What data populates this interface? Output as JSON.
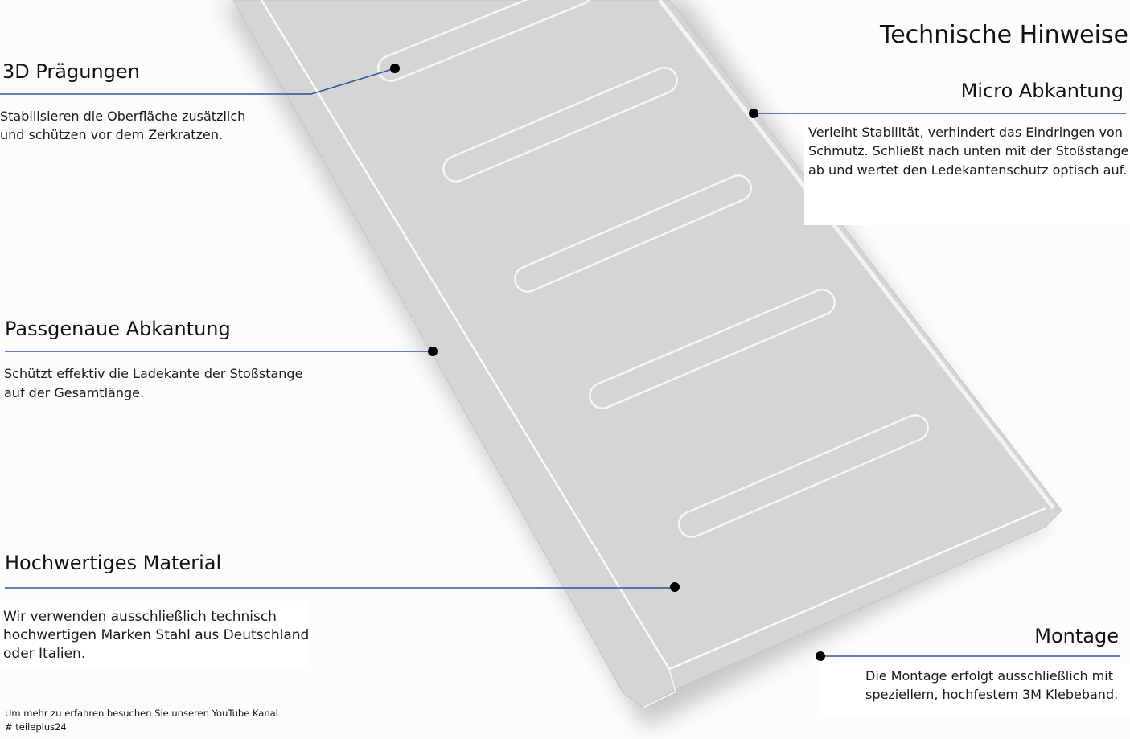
{
  "title": "Technische Hinweise",
  "colors": {
    "accent": "#2f5496",
    "plate": "#d4d4d4",
    "plate_edge": "#f2f2f2",
    "dot": "#000000"
  },
  "callouts": {
    "praegungen": {
      "heading": "3D Prägungen",
      "lines": [
        "Stabilisieren die Oberfläche zusätzlich",
        "und schützen vor dem Zerkratzen."
      ]
    },
    "micro": {
      "heading": "Micro Abkantung",
      "lines": [
        "Verleiht Stabilität, verhindert das Eindringen von",
        "Schmutz. Schließt nach unten mit der Stoßstange",
        "ab und wertet den Ledekantenschutz optisch auf."
      ]
    },
    "passgenau": {
      "heading": "Passgenaue Abkantung",
      "lines": [
        "Schützt effektiv die Ladekante der Stoßstange",
        "auf der Gesamtlänge."
      ]
    },
    "material": {
      "heading": "Hochwertiges Material",
      "lines": [
        "Wir verwenden ausschließlich technisch",
        "hochwertigen Marken Stahl aus Deutschland",
        "oder Italien."
      ]
    },
    "montage": {
      "heading": "Montage",
      "lines": [
        "Die Montage erfolgt ausschließlich mit",
        "speziellem, hochfestem 3M Klebeband."
      ]
    }
  },
  "footer": {
    "line1": "Um mehr zu erfahren besuchen Sie unseren YouTube Kanal",
    "line2": "# teileplus24"
  }
}
